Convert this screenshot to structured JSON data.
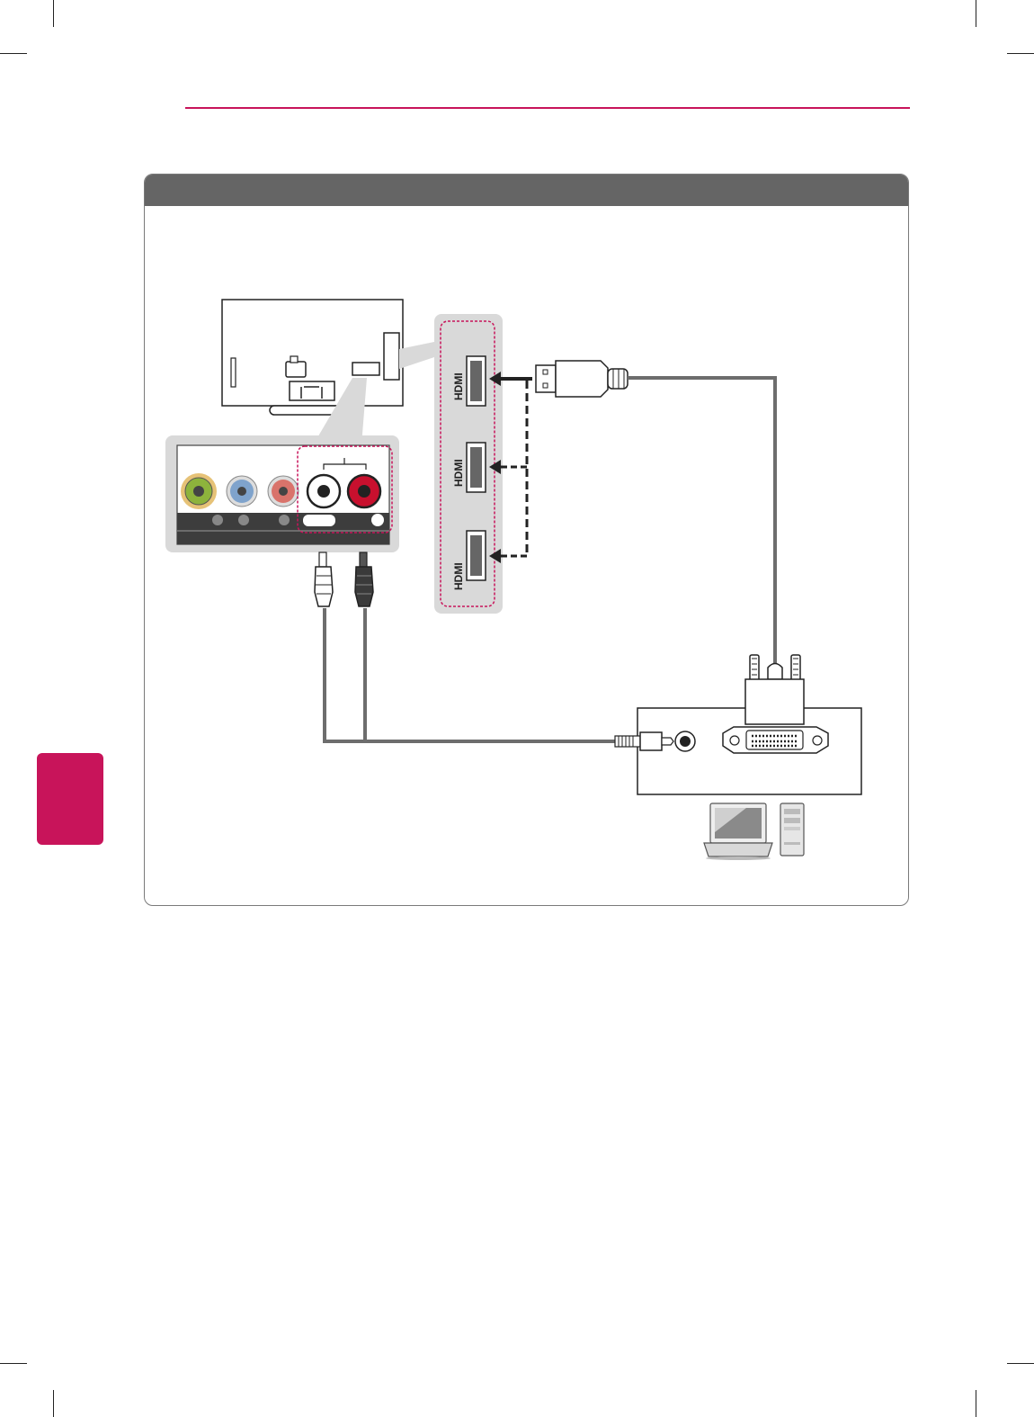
{
  "colors": {
    "accent": "#c8145a",
    "panel_header": "#656565",
    "panel_border": "#7a7a7a",
    "port_panel_bg": "#d9d9d9",
    "cable": "#6d6d6d",
    "video_yellow_green": "#8db33c",
    "component_blue": "#7fa3cc",
    "component_red": "#d9736b",
    "audio_white": "#ffffff",
    "audio_red": "#c8102e"
  },
  "icons": {
    "hdmi_port": "hdmi-port-icon",
    "laptop": "laptop-icon",
    "desktop": "desktop-tower-icon",
    "tv": "tv-back-icon",
    "dvi_connector": "dvi-connector-icon",
    "rca_plug": "rca-plug-icon",
    "stereo_jack": "stereo-jack-icon"
  },
  "hdmi_ports": [
    {
      "logo": "HDMI"
    },
    {
      "logo": "HDMI"
    },
    {
      "logo": "HDMI"
    }
  ]
}
